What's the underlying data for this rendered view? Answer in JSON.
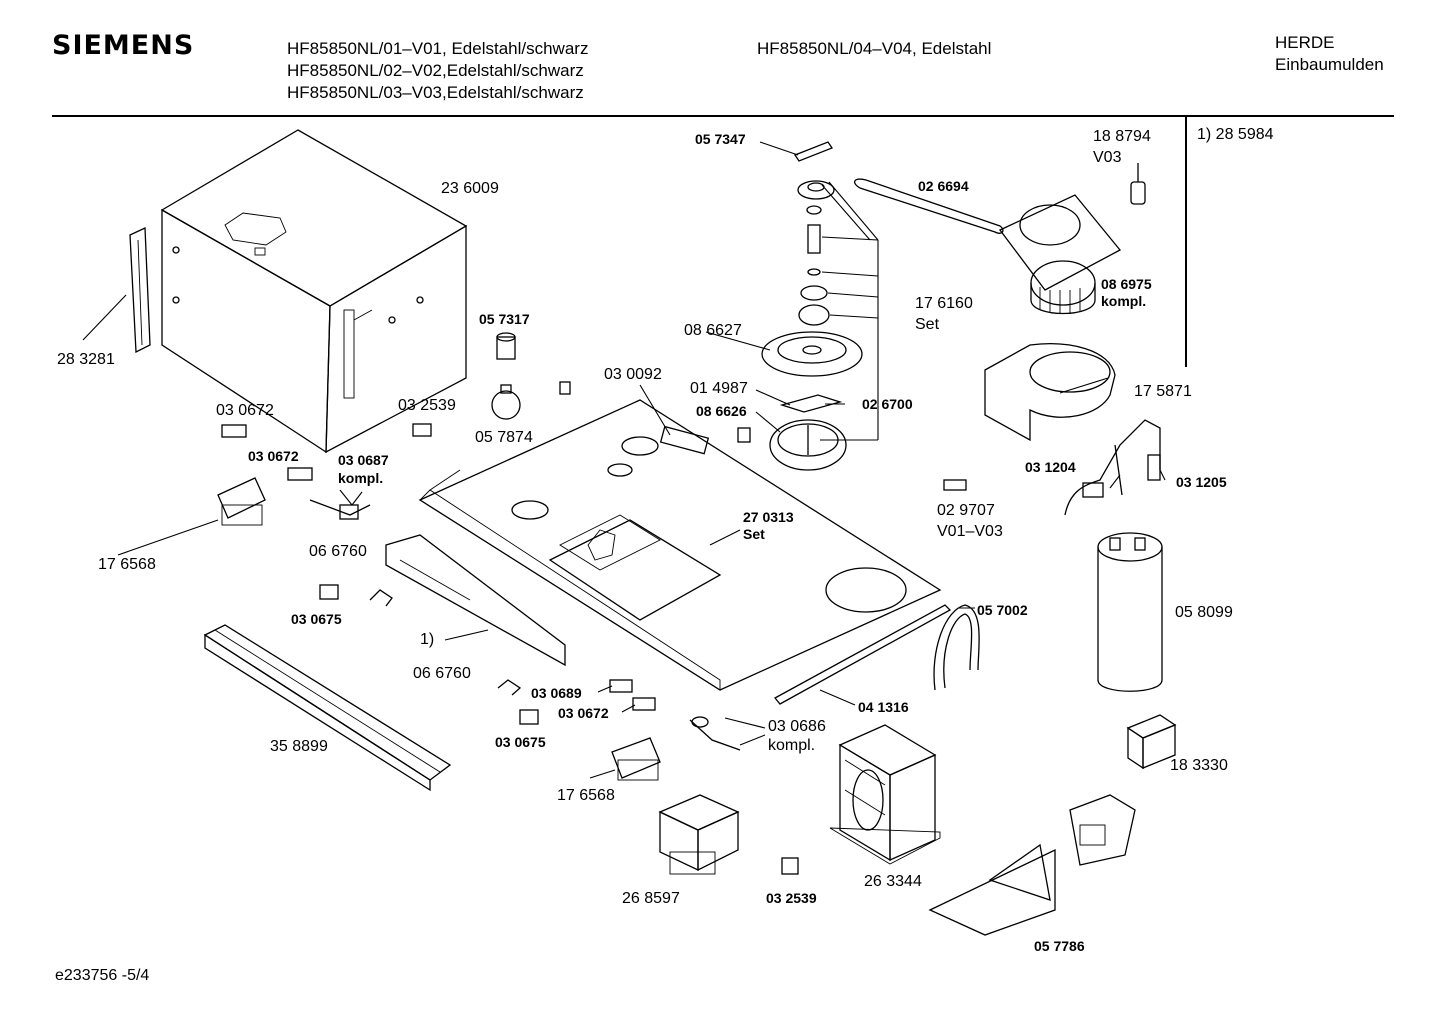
{
  "header": {
    "brand": "SIEMENS",
    "models": [
      "HF85850NL/01–V01, Edelstahl/schwarz",
      "HF85850NL/02–V02,Edelstahl/schwarz",
      "HF85850NL/03–V03,Edelstahl/schwarz"
    ],
    "model_alt": "HF85850NL/04–V04, Edelstahl",
    "category_line1": "HERDE",
    "category_line2": "Einbaumulden"
  },
  "footnote": "1)  28 5984",
  "document_id": "e233756 -5/4",
  "parts": [
    {
      "label": "23 6009"
    },
    {
      "label": "28 3281"
    },
    {
      "label": "05 7347"
    },
    {
      "label": "02 6694"
    },
    {
      "label": "18 8794"
    },
    {
      "label": "V03"
    },
    {
      "label": "08 6975"
    },
    {
      "label": "kompl."
    },
    {
      "label": "17 6160"
    },
    {
      "label": "Set"
    },
    {
      "label": "08 6627"
    },
    {
      "label": "05 7317"
    },
    {
      "label": "03 0092"
    },
    {
      "label": "01 4987"
    },
    {
      "label": "08 6626"
    },
    {
      "label": "02 6700"
    },
    {
      "label": "17 5871"
    },
    {
      "label": "03 0672"
    },
    {
      "label": "03 2539"
    },
    {
      "label": "05 7874"
    },
    {
      "label": "03 0672"
    },
    {
      "label": "03 0687"
    },
    {
      "label": "kompl."
    },
    {
      "label": "03 1204"
    },
    {
      "label": "03 1205"
    },
    {
      "label": "02 9707"
    },
    {
      "label": "V01–V03"
    },
    {
      "label": "27 0313"
    },
    {
      "label": "Set"
    },
    {
      "label": "17 6568"
    },
    {
      "label": "06 6760"
    },
    {
      "label": "03 0675"
    },
    {
      "label": "05 7002"
    },
    {
      "label": "05 8099"
    },
    {
      "label": "1)"
    },
    {
      "label": "06 6760"
    },
    {
      "label": "03 0689"
    },
    {
      "label": "03 0672"
    },
    {
      "label": "04 1316"
    },
    {
      "label": "03 0675"
    },
    {
      "label": "03 0686"
    },
    {
      "label": "kompl."
    },
    {
      "label": "35 8899"
    },
    {
      "label": "18 3330"
    },
    {
      "label": "17 6568"
    },
    {
      "label": "26 3344"
    },
    {
      "label": "26 8597"
    },
    {
      "label": "03 2539"
    },
    {
      "label": "05 7786"
    }
  ]
}
